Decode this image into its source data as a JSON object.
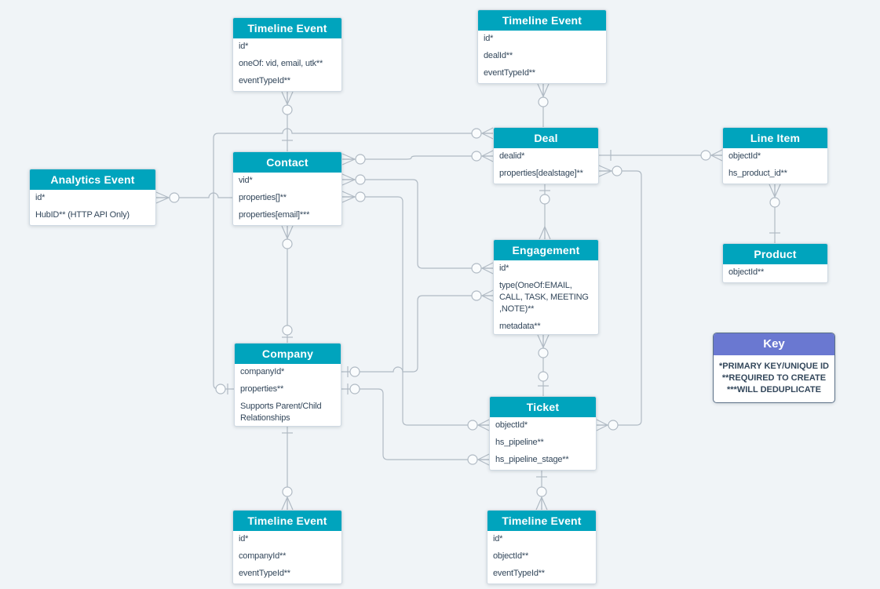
{
  "diagram": {
    "kind": "entity-relationship-diagram",
    "colors": {
      "entity_header": "#00a4bd",
      "key_header": "#6a78d1",
      "background": "#f0f4f7",
      "line": "#b0bac4",
      "text": "#33475b"
    },
    "entities": [
      {
        "id": "timeline-event-top-left",
        "title": "Timeline Event",
        "fields": [
          "id*",
          "oneOf: vid, email, utk**",
          "eventTypeId**"
        ]
      },
      {
        "id": "timeline-event-top-middle",
        "title": "Timeline Event",
        "fields": [
          "id*",
          "dealId**",
          "eventTypeId**"
        ]
      },
      {
        "id": "analytics-event",
        "title": "Analytics Event",
        "fields": [
          "id*",
          "HubID** (HTTP API Only)"
        ]
      },
      {
        "id": "contact",
        "title": "Contact",
        "fields": [
          "vid*",
          "properties[]**",
          "properties[email]***"
        ]
      },
      {
        "id": "deal",
        "title": "Deal",
        "fields": [
          "dealid*",
          "properties[dealstage]**"
        ]
      },
      {
        "id": "line-item",
        "title": "Line Item",
        "fields": [
          "objectId*",
          "hs_product_id**"
        ]
      },
      {
        "id": "product",
        "title": "Product",
        "fields": [
          "objectId**"
        ]
      },
      {
        "id": "engagement",
        "title": "Engagement",
        "fields": [
          "id*",
          "type(OneOf:EMAIL, CALL, TASK, MEETING ,NOTE)**",
          "metadata**"
        ]
      },
      {
        "id": "company",
        "title": "Company",
        "fields": [
          "companyId*",
          "properties**",
          "Supports Parent/Child Relationships"
        ]
      },
      {
        "id": "ticket",
        "title": "Ticket",
        "fields": [
          "objectId*",
          "hs_pipeline**",
          "hs_pipeline_stage**"
        ]
      },
      {
        "id": "timeline-event-bottom-left",
        "title": "Timeline Event",
        "fields": [
          "id*",
          "companyId**",
          "eventTypeId**"
        ]
      },
      {
        "id": "timeline-event-bottom-mid",
        "title": "Timeline Event",
        "fields": [
          "id*",
          "objectId**",
          "eventTypeId**"
        ]
      }
    ],
    "key": {
      "title": "Key",
      "lines": [
        "*PRIMARY KEY/UNIQUE ID",
        "**REQUIRED TO CREATE",
        "***WILL DEDUPLICATE"
      ]
    },
    "relationships": [
      {
        "source": "Timeline Event (top left)",
        "target": "Contact",
        "source_end": "zero-or-many",
        "target_end": "one"
      },
      {
        "source": "Timeline Event (top middle)",
        "target": "Deal",
        "source_end": "zero-or-many",
        "target_end": "one"
      },
      {
        "source": "Analytics Event",
        "target": "Contact",
        "source_end": "zero-or-many",
        "target_end": "one"
      },
      {
        "source": "Contact",
        "target": "Deal",
        "source_end": "zero-or-many",
        "target_end": "zero-or-many"
      },
      {
        "source": "Deal",
        "target": "Company",
        "source_end": "zero-or-many",
        "target_end": "zero-or-one"
      },
      {
        "source": "Contact",
        "target": "Engagement",
        "source_end": "zero-or-many",
        "target_end": "zero-or-many"
      },
      {
        "source": "Contact",
        "target": "Ticket",
        "source_end": "zero-or-many",
        "target_end": "zero-or-many"
      },
      {
        "source": "Company",
        "target": "Engagement",
        "source_end": "zero-or-one",
        "target_end": "zero-or-many"
      },
      {
        "source": "Company",
        "target": "Ticket",
        "source_end": "zero-or-one",
        "target_end": "zero-or-many"
      },
      {
        "source": "Contact",
        "target": "Company",
        "source_end": "zero-or-many",
        "target_end": "zero-or-one"
      },
      {
        "source": "Company",
        "target": "Timeline Event (bottom left)",
        "source_end": "one",
        "target_end": "zero-or-many"
      },
      {
        "source": "Ticket",
        "target": "Timeline Event (bottom middle)",
        "source_end": "one",
        "target_end": "zero-or-many"
      },
      {
        "source": "Deal",
        "target": "Engagement",
        "source_end": "zero-or-one",
        "target_end": "many"
      },
      {
        "source": "Engagement",
        "target": "Ticket",
        "source_end": "zero-or-many",
        "target_end": "zero-or-one"
      },
      {
        "source": "Deal",
        "target": "Line Item",
        "source_end": "one",
        "target_end": "zero-or-many"
      },
      {
        "source": "Deal",
        "target": "Ticket",
        "source_end": "zero-or-many",
        "target_end": "zero-or-many"
      },
      {
        "source": "Line Item",
        "target": "Product",
        "source_end": "zero-or-many",
        "target_end": "one"
      }
    ]
  }
}
